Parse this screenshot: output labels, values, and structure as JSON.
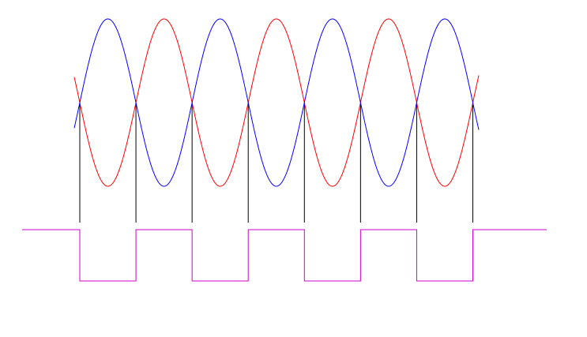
{
  "colors": {
    "background": "#ffffff",
    "wave_a": "#ff0000",
    "wave_b": "#0000ff",
    "crossing_marker": "#000000",
    "square_wave": "#cc00cc"
  },
  "signals": {
    "wave_a": {
      "kind": "sine",
      "relative_phase": "antiphase_to_wave_b"
    },
    "wave_b": {
      "kind": "sine",
      "relative_phase": "antiphase_to_wave_a"
    },
    "crossing_count": 8,
    "square_wave": {
      "kind": "square",
      "toggles_at": "each_crossing",
      "initial_level": "high",
      "transitions": 8
    }
  }
}
